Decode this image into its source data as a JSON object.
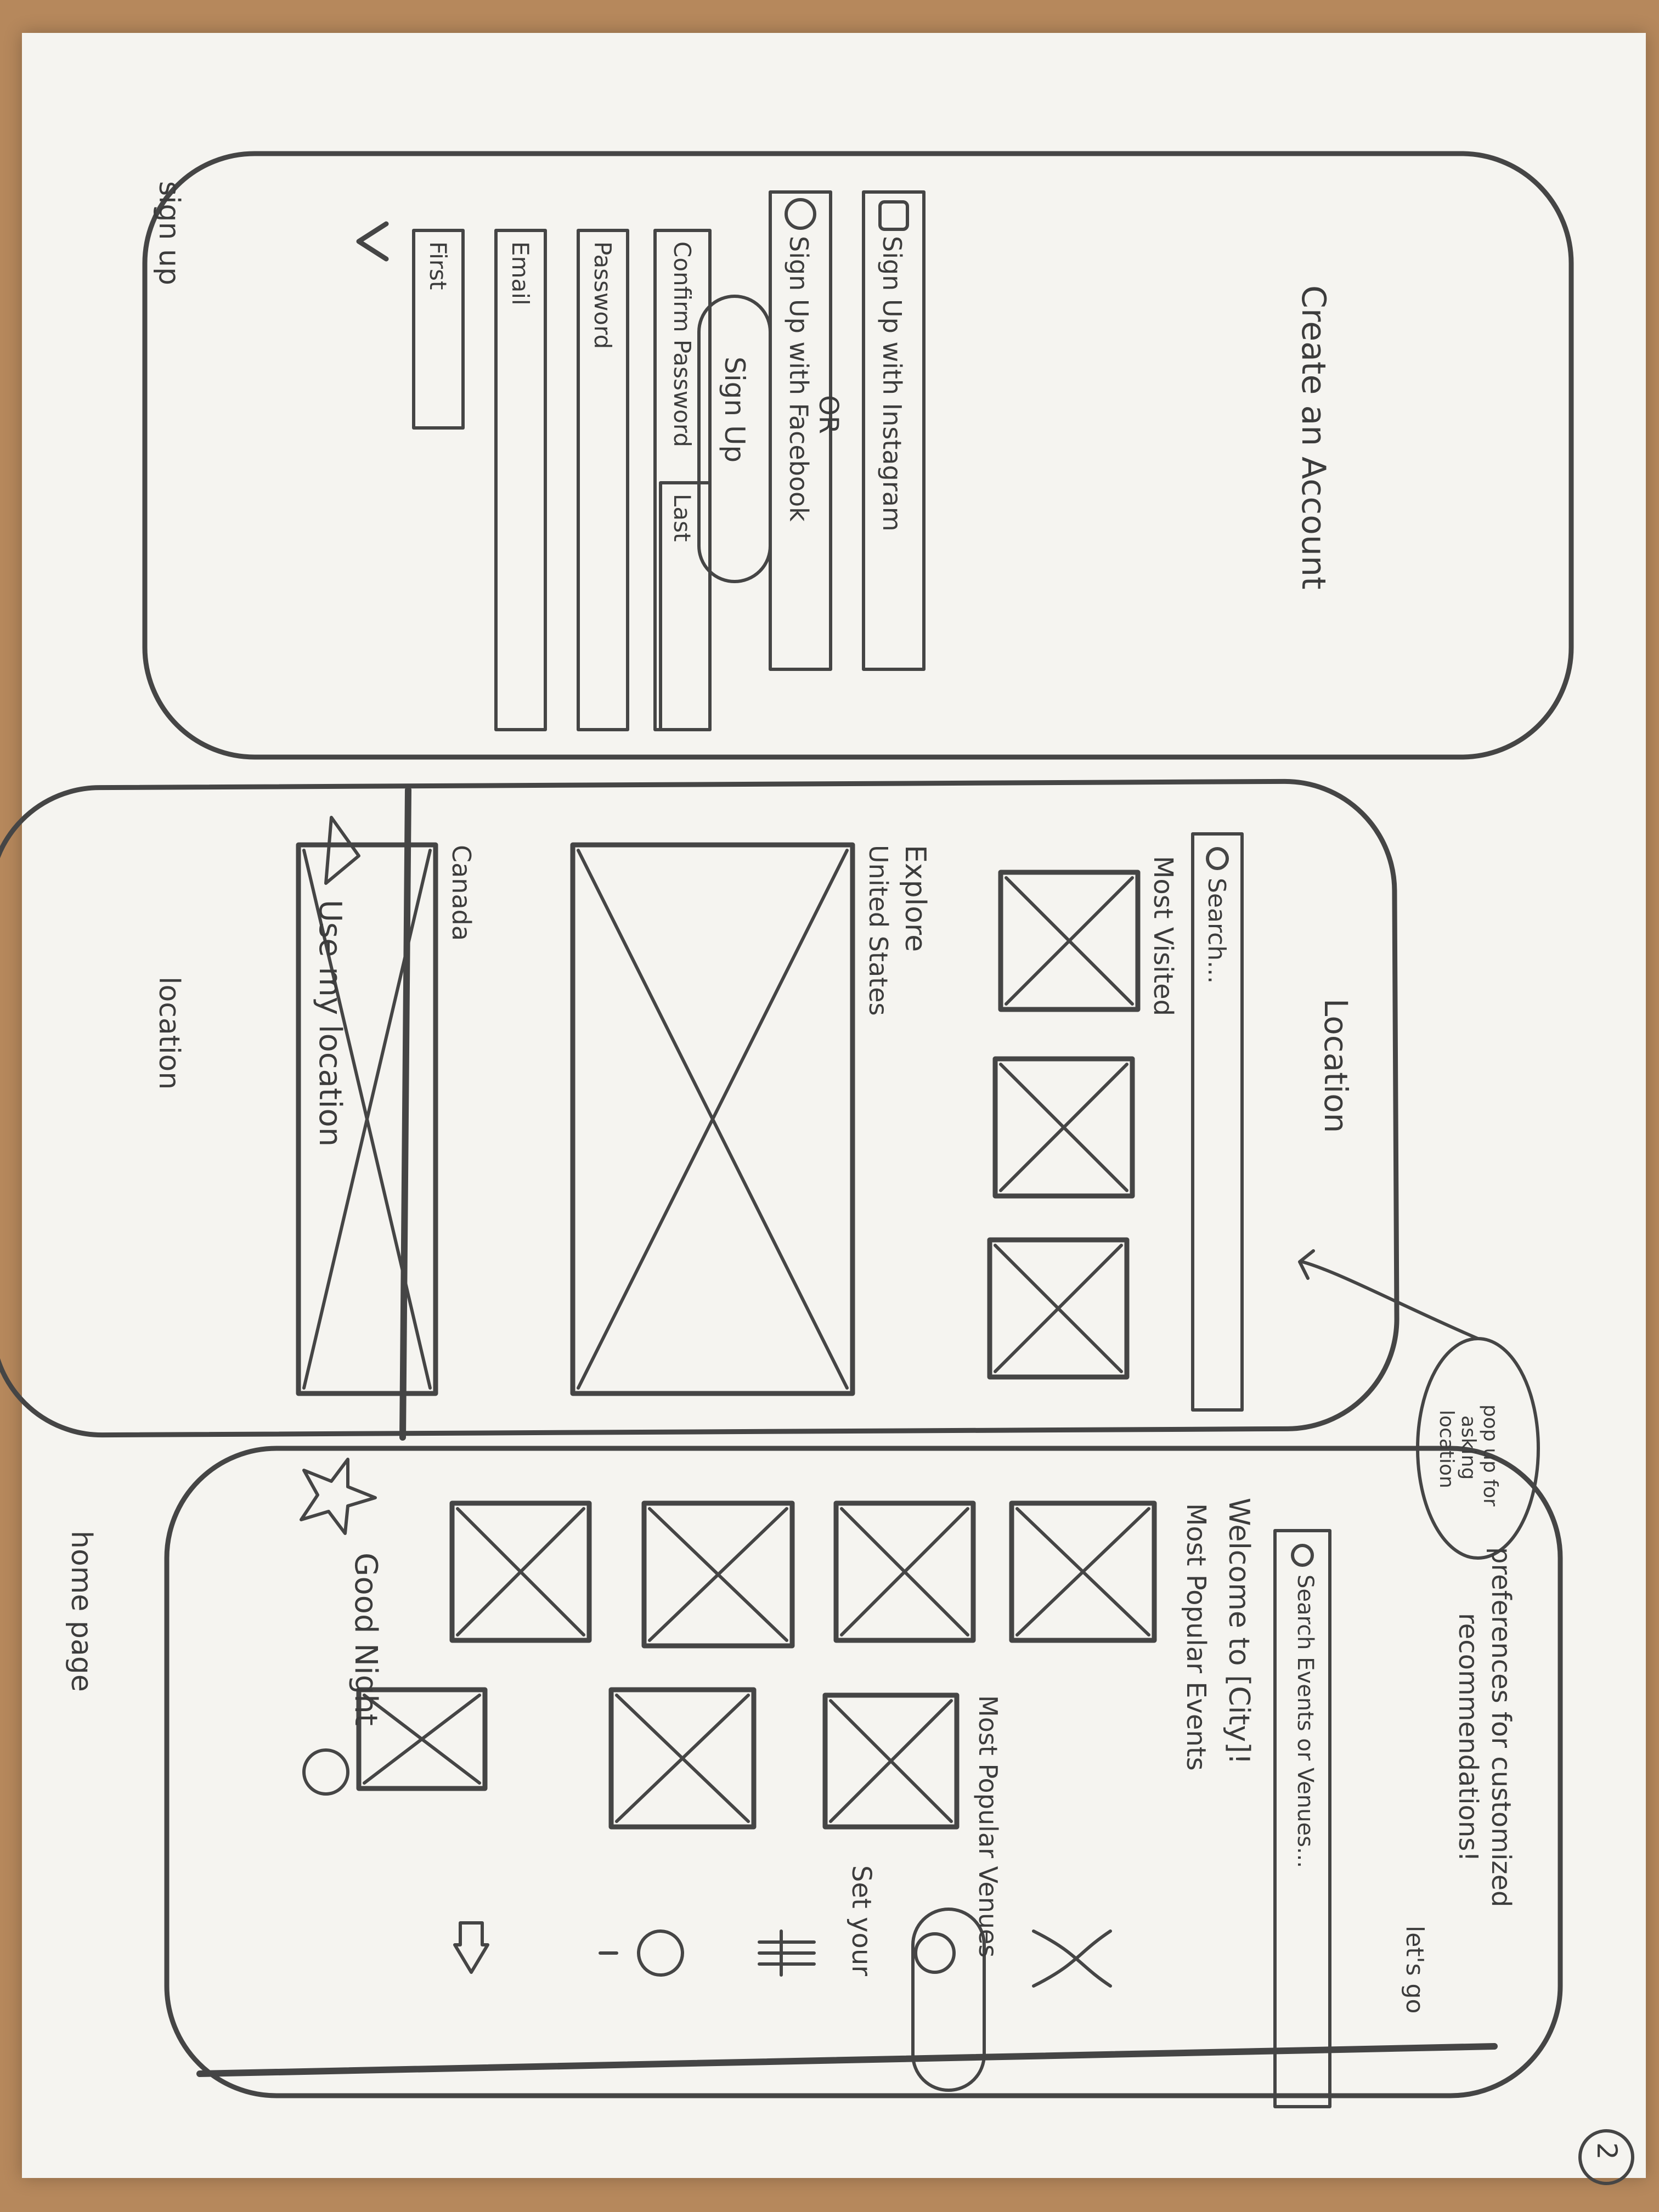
{
  "page_number": "2",
  "screens": {
    "signup": {
      "title": "Create an Account",
      "first_placeholder": "First",
      "last_placeholder": "Last",
      "email_placeholder": "Email",
      "password_placeholder": "Password",
      "confirm_password_placeholder": "Confirm Password",
      "signup_button": "Sign Up",
      "or_divider": "OR",
      "facebook_button": "Sign Up with Facebook",
      "instagram_button": "Sign Up with Instagram",
      "caption": "sign up"
    },
    "location": {
      "title": "Location",
      "search_placeholder": "Search...",
      "most_visited_label": "Most Visited",
      "explore_label": "Explore",
      "explore_region_1": "United States",
      "explore_region_2": "Canada",
      "use_my_location": "Use my location",
      "caption": "location"
    },
    "home": {
      "greeting": "Good Night",
      "search_placeholder": "Search Events or Venues...",
      "welcome": "Welcome to [City]!",
      "popular_events_label": "Most Popular Events",
      "popular_venues_label": "Most Popular Venues",
      "preferences_line_1": "Set your",
      "preferences_line_2": "preferences for customized",
      "preferences_line_3": "recommendations!",
      "lets_go_button": "let's go",
      "caption": "home page"
    }
  },
  "annotation": {
    "line_1": "pop up for",
    "line_2": "asking",
    "line_3": "location"
  },
  "icons": [
    "back-arrow-icon",
    "facebook-icon",
    "instagram-icon",
    "search-icon",
    "navigation-arrow-icon",
    "star-icon",
    "profile-icon",
    "home-icon",
    "map-pin-icon",
    "filter-icon",
    "shuffle-icon"
  ]
}
